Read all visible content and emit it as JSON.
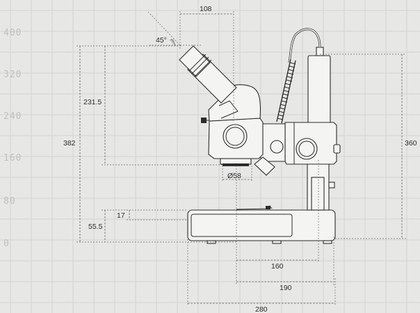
{
  "scale_labels": [
    "400",
    "320",
    "240",
    "160",
    "80",
    "0"
  ],
  "dimensions": {
    "eyepiece_offset": "108",
    "eyepiece_angle": "45°",
    "eye_height": "231.5",
    "total_height": "382",
    "column_height": "360",
    "objective_diameter": "Ø58",
    "stage_thickness": "17",
    "base_height": "55.5",
    "depth_a": "160",
    "depth_b": "190",
    "base_width": "280"
  },
  "colors": {
    "background": "#e7e8e6",
    "grid": "#d3d5d2",
    "outline": "#2b2b2b"
  }
}
